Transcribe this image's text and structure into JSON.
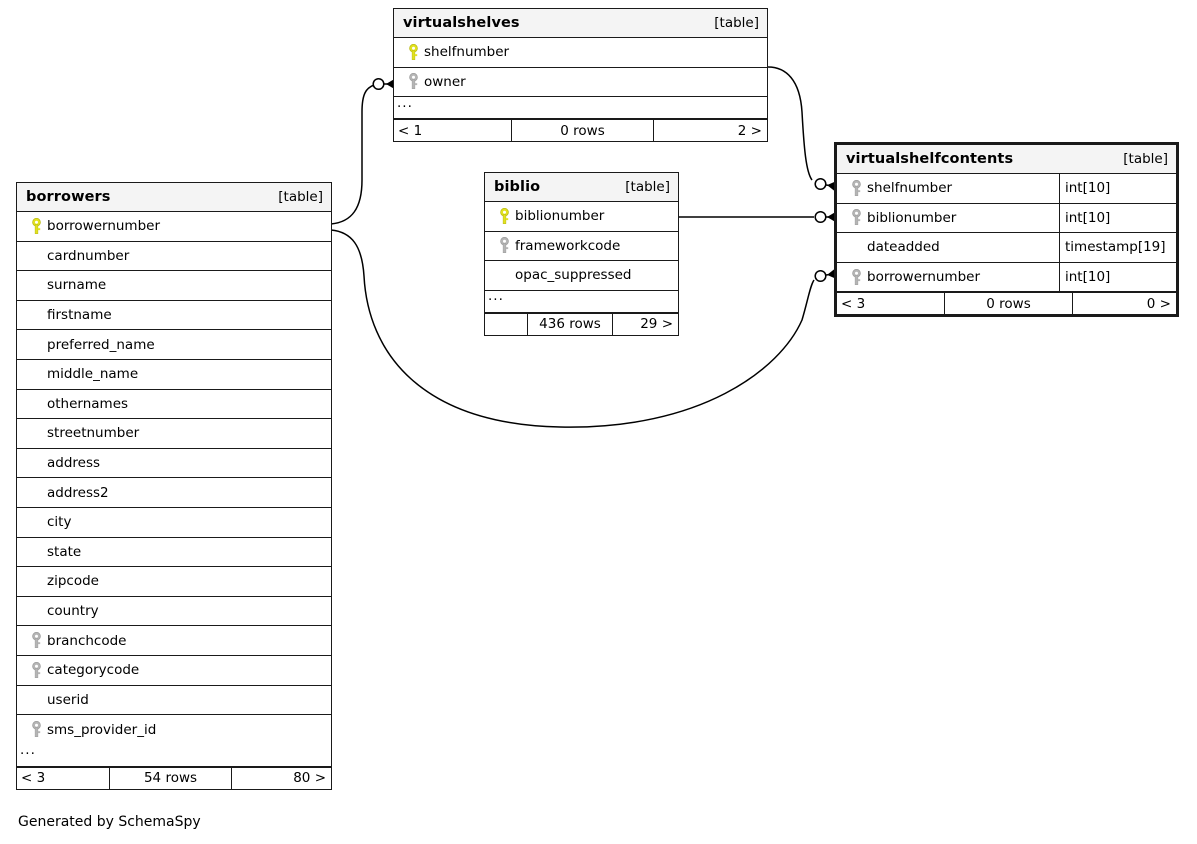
{
  "diagram": {
    "generator_credit": "Generated by SchemaSpy",
    "table_tag": "[table]",
    "ellipsis": "...",
    "icons": {
      "primary_key": "yellow-key-icon",
      "foreign_key": "gray-key-icon",
      "relationship_end": "crowsfoot-zero-icon"
    },
    "colors": {
      "primary_key": "#e2e21e",
      "foreign_key": "#b5b5b5",
      "header_bg": "#f4f4f4",
      "border": "#1a1a1a",
      "background": "#ffffff"
    }
  },
  "tables": {
    "virtualshelves": {
      "name": "virtualshelves",
      "tag": "[table]",
      "columns": [
        {
          "name": "shelfnumber",
          "key": "primary",
          "type": ""
        },
        {
          "name": "owner",
          "key": "foreign",
          "type": ""
        }
      ],
      "has_more": true,
      "more_label": "...",
      "footer": {
        "left": "< 1",
        "middle": "0 rows",
        "right": "2 >"
      }
    },
    "biblio": {
      "name": "biblio",
      "tag": "[table]",
      "columns": [
        {
          "name": "biblionumber",
          "key": "primary",
          "type": ""
        },
        {
          "name": "frameworkcode",
          "key": "foreign",
          "type": ""
        },
        {
          "name": "opac_suppressed",
          "key": "none",
          "type": ""
        }
      ],
      "has_more": true,
      "more_label": "...",
      "footer": {
        "left": "",
        "middle": "436 rows",
        "right": "29 >"
      }
    },
    "virtualshelfcontents": {
      "name": "virtualshelfcontents",
      "tag": "[table]",
      "focal": true,
      "columns": [
        {
          "name": "shelfnumber",
          "key": "foreign",
          "type": "int[10]"
        },
        {
          "name": "biblionumber",
          "key": "foreign",
          "type": "int[10]"
        },
        {
          "name": "dateadded",
          "key": "none",
          "type": "timestamp[19]"
        },
        {
          "name": "borrowernumber",
          "key": "foreign",
          "type": "int[10]"
        }
      ],
      "has_more": false,
      "more_label": "",
      "footer": {
        "left": "< 3",
        "middle": "0 rows",
        "right": "0 >"
      }
    },
    "borrowers": {
      "name": "borrowers",
      "tag": "[table]",
      "columns": [
        {
          "name": "borrowernumber",
          "key": "primary",
          "type": ""
        },
        {
          "name": "cardnumber",
          "key": "none",
          "type": ""
        },
        {
          "name": "surname",
          "key": "none",
          "type": ""
        },
        {
          "name": "firstname",
          "key": "none",
          "type": ""
        },
        {
          "name": "preferred_name",
          "key": "none",
          "type": ""
        },
        {
          "name": "middle_name",
          "key": "none",
          "type": ""
        },
        {
          "name": "othernames",
          "key": "none",
          "type": ""
        },
        {
          "name": "streetnumber",
          "key": "none",
          "type": ""
        },
        {
          "name": "address",
          "key": "none",
          "type": ""
        },
        {
          "name": "address2",
          "key": "none",
          "type": ""
        },
        {
          "name": "city",
          "key": "none",
          "type": ""
        },
        {
          "name": "state",
          "key": "none",
          "type": ""
        },
        {
          "name": "zipcode",
          "key": "none",
          "type": ""
        },
        {
          "name": "country",
          "key": "none",
          "type": ""
        },
        {
          "name": "branchcode",
          "key": "foreign",
          "type": ""
        },
        {
          "name": "categorycode",
          "key": "foreign",
          "type": ""
        },
        {
          "name": "userid",
          "key": "none",
          "type": ""
        },
        {
          "name": "sms_provider_id",
          "key": "foreign",
          "type": ""
        }
      ],
      "has_more": true,
      "more_label": "...",
      "footer": {
        "left": "< 3",
        "middle": "54 rows",
        "right": "80 >"
      }
    }
  },
  "relationships": [
    {
      "from": "borrowers.borrowernumber",
      "to": "virtualshelves.owner"
    },
    {
      "from": "virtualshelves.shelfnumber",
      "to": "virtualshelfcontents.shelfnumber"
    },
    {
      "from": "biblio.biblionumber",
      "to": "virtualshelfcontents.biblionumber"
    },
    {
      "from": "borrowers.borrowernumber",
      "to": "virtualshelfcontents.borrowernumber"
    }
  ]
}
